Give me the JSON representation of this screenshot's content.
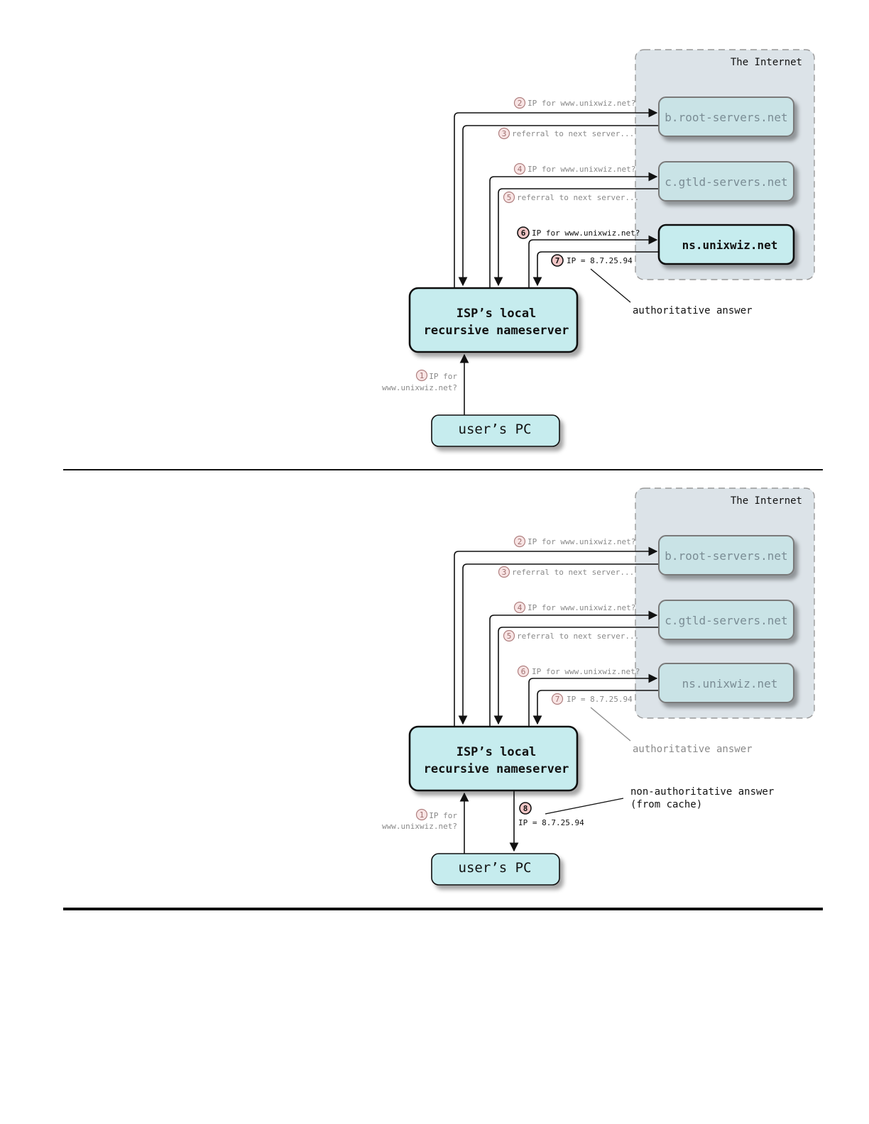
{
  "diagrams": [
    {
      "cloud_label": "The Internet",
      "servers": {
        "root": "b.root-servers.net",
        "gtld": "c.gtld-servers.net",
        "ns": "ns.unixwiz.net"
      },
      "resolver": {
        "line1": "ISP’s local",
        "line2": "recursive nameserver"
      },
      "pc": "user’s PC",
      "steps": {
        "s1": {
          "num": "1",
          "line1": "IP for",
          "line2": "www.unixwiz.net?"
        },
        "s2": {
          "num": "2",
          "text": "IP for www.unixwiz.net?"
        },
        "s3": {
          "num": "3",
          "text": "referral to next server..."
        },
        "s4": {
          "num": "4",
          "text": "IP for www.unixwiz.net?"
        },
        "s5": {
          "num": "5",
          "text": "referral to next server..."
        },
        "s6": {
          "num": "6",
          "text": "IP for www.unixwiz.net?"
        },
        "s7": {
          "num": "7",
          "text": "IP = 8.7.25.94"
        }
      },
      "annotation": "authoritative answer"
    },
    {
      "cloud_label": "The Internet",
      "servers": {
        "root": "b.root-servers.net",
        "gtld": "c.gtld-servers.net",
        "ns": "ns.unixwiz.net"
      },
      "resolver": {
        "line1": "ISP’s local",
        "line2": "recursive nameserver"
      },
      "pc": "user’s PC",
      "steps": {
        "s1": {
          "num": "1",
          "line1": "IP for",
          "line2": "www.unixwiz.net?"
        },
        "s2": {
          "num": "2",
          "text": "IP for www.unixwiz.net?"
        },
        "s3": {
          "num": "3",
          "text": "referral to next server..."
        },
        "s4": {
          "num": "4",
          "text": "IP for www.unixwiz.net?"
        },
        "s5": {
          "num": "5",
          "text": "referral to next server..."
        },
        "s6": {
          "num": "6",
          "text": "IP for www.unixwiz.net?"
        },
        "s7": {
          "num": "7",
          "text": "IP = 8.7.25.94"
        },
        "s8": {
          "num": "8",
          "text": "IP = 8.7.25.94"
        }
      },
      "annotation": "authoritative answer",
      "annotation2": {
        "line1": "non-authoritative answer",
        "line2": "(from cache)"
      }
    }
  ],
  "colors": {
    "box_fill": "#c6ecee",
    "cloud_fill": "#dce3e8",
    "badge_fill": "#f1c6c6",
    "faded_text": "#8a8a8a"
  }
}
